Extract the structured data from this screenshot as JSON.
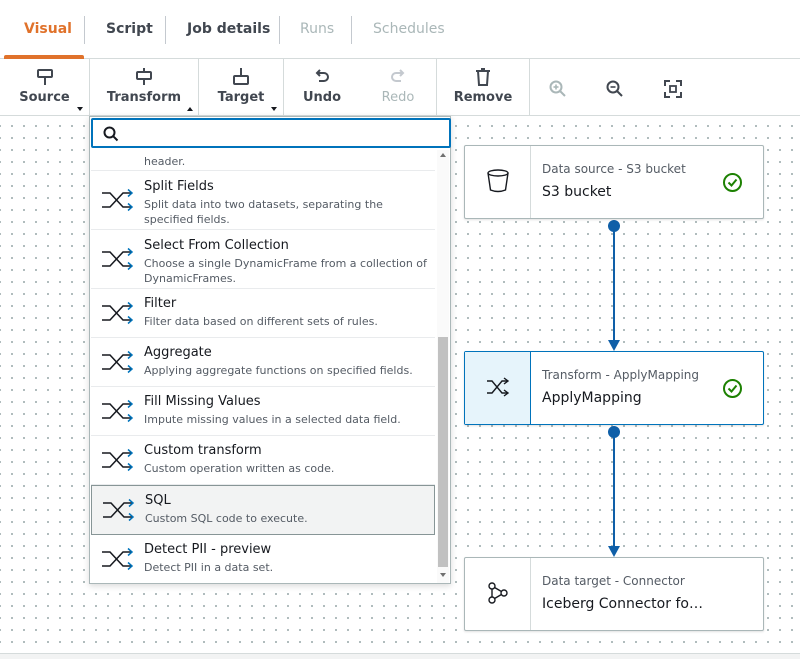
{
  "tabs": [
    {
      "label": "Visual"
    },
    {
      "label": "Script"
    },
    {
      "label": "Job details"
    },
    {
      "label": "Runs"
    },
    {
      "label": "Schedules"
    }
  ],
  "toolbar": {
    "source": "Source",
    "transform": "Transform",
    "target": "Target",
    "undo": "Undo",
    "redo": "Redo",
    "remove": "Remove"
  },
  "dropdown": {
    "search_value": "",
    "partial_item_desc": "header.",
    "items": [
      {
        "title": "Split Fields",
        "desc": "Split data into two datasets, separating the specified fields."
      },
      {
        "title": "Select From Collection",
        "desc": "Choose a single DynamicFrame from a collection of DynamicFrames."
      },
      {
        "title": "Filter",
        "desc": "Filter data based on different sets of rules."
      },
      {
        "title": "Aggregate",
        "desc": "Applying aggregate functions on specified fields."
      },
      {
        "title": "Fill Missing Values",
        "desc": "Impute missing values in a selected data field."
      },
      {
        "title": "Custom transform",
        "desc": "Custom operation written as code."
      },
      {
        "title": "SQL",
        "desc": "Custom SQL code to execute."
      },
      {
        "title": "Detect PII - preview",
        "desc": "Detect PII in a data set."
      }
    ]
  },
  "nodes": {
    "source": {
      "subtitle": "Data source - S3 bucket",
      "title": "S3 bucket"
    },
    "transform": {
      "subtitle": "Transform - ApplyMapping",
      "title": "ApplyMapping"
    },
    "target": {
      "subtitle": "Data target - Connector",
      "title": "Iceberg Connector fo…"
    }
  },
  "colors": {
    "accent": "#e0722b",
    "link_blue": "#0073bb",
    "success": "#1d8102",
    "edge": "#0f5fa8"
  }
}
